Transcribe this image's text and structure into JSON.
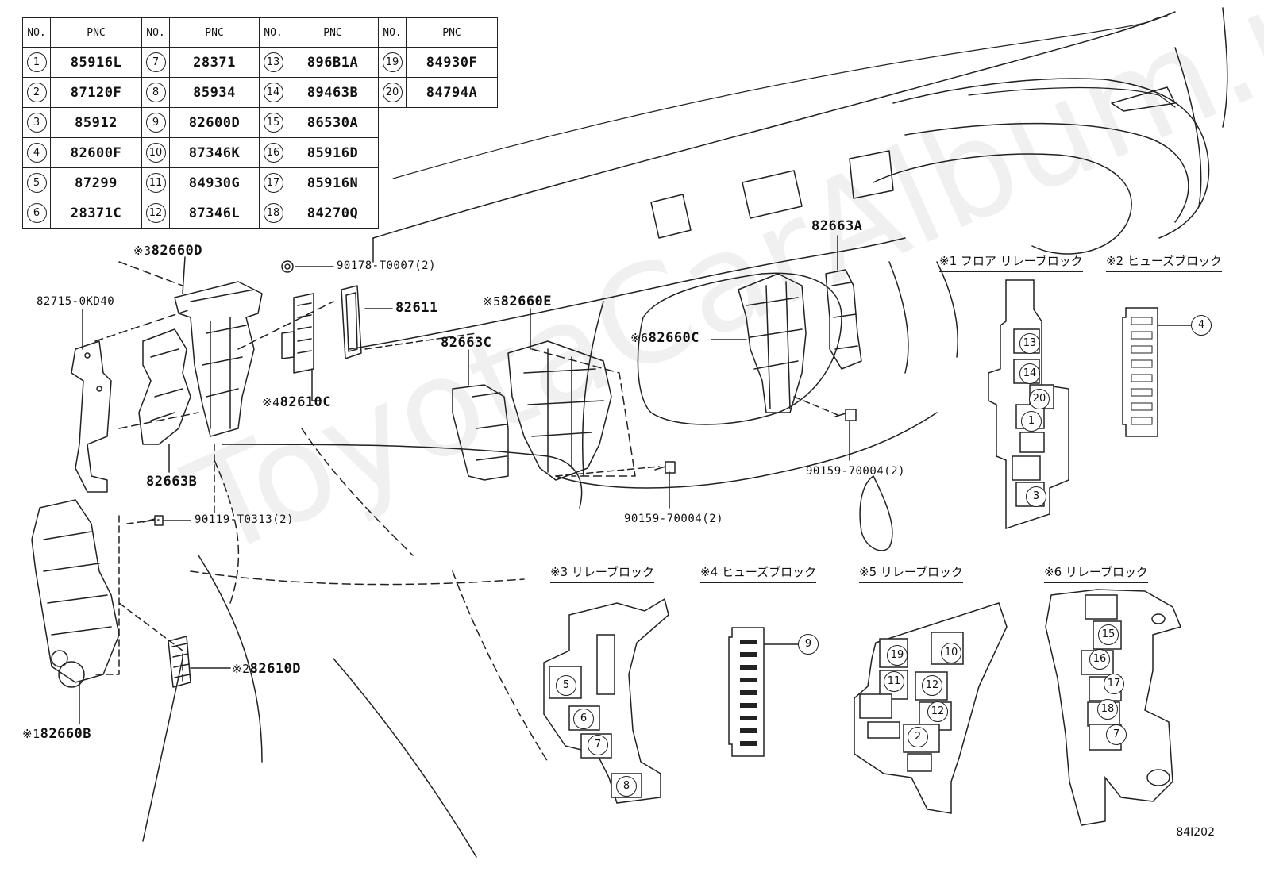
{
  "table": {
    "headers": {
      "no": "NO.",
      "pnc": "PNC"
    },
    "columns": [
      [
        {
          "no": "1",
          "pnc": "85916L"
        },
        {
          "no": "2",
          "pnc": "87120F"
        },
        {
          "no": "3",
          "pnc": "85912"
        },
        {
          "no": "4",
          "pnc": "82600F"
        },
        {
          "no": "5",
          "pnc": "87299"
        },
        {
          "no": "6",
          "pnc": "28371C"
        }
      ],
      [
        {
          "no": "7",
          "pnc": "28371"
        },
        {
          "no": "8",
          "pnc": "85934"
        },
        {
          "no": "9",
          "pnc": "82600D"
        },
        {
          "no": "10",
          "pnc": "87346K"
        },
        {
          "no": "11",
          "pnc": "84930G"
        },
        {
          "no": "12",
          "pnc": "87346L"
        }
      ],
      [
        {
          "no": "13",
          "pnc": "896B1A"
        },
        {
          "no": "14",
          "pnc": "89463B"
        },
        {
          "no": "15",
          "pnc": "86530A"
        },
        {
          "no": "16",
          "pnc": "85916D"
        },
        {
          "no": "17",
          "pnc": "85916N"
        },
        {
          "no": "18",
          "pnc": "84270Q"
        }
      ],
      [
        {
          "no": "19",
          "pnc": "84930F"
        },
        {
          "no": "20",
          "pnc": "84794A"
        }
      ]
    ]
  },
  "callouts": {
    "c82660D": {
      "mark": "※3",
      "code": "82660D"
    },
    "c90178": "90178-T0007(2)",
    "c82715": "82715-0KD40",
    "c82611": "82611",
    "c82660E": {
      "mark": "※5",
      "code": "82660E"
    },
    "c82663A": "82663A",
    "c82663C": "82663C",
    "c82660C": {
      "mark": "※6",
      "code": "82660C"
    },
    "c82610C": {
      "mark": "※4",
      "code": "82610C"
    },
    "c82663B": "82663B",
    "c90159a": "90159-70004(2)",
    "c90159b": "90159-70004(2)",
    "c90119": "90119-T0313(2)",
    "c82610D": {
      "mark": "※2",
      "code": "82610D"
    },
    "c82660B": {
      "mark": "※1",
      "code": "82660B"
    }
  },
  "insets": {
    "t1": "※1 フロア リレーブロック",
    "t2": "※2 ヒューズブロック",
    "t3": "※3 リレーブロック",
    "t4": "※4 ヒューズブロック",
    "t5": "※5 リレーブロック",
    "t6": "※6 リレーブロック"
  },
  "inset_numbers": {
    "i1": [
      "13",
      "14",
      "20",
      "1",
      "3"
    ],
    "i2": [
      "4"
    ],
    "i3": [
      "5",
      "6",
      "7",
      "8"
    ],
    "i4": [
      "9"
    ],
    "i5": [
      "19",
      "10",
      "11",
      "12",
      "12",
      "2"
    ],
    "i6": [
      "15",
      "16",
      "17",
      "18",
      "7"
    ]
  },
  "illustration_code": "84I202",
  "watermark": "ToyotaCarAlbum.ru",
  "colors": {
    "line": "#222222",
    "background": "#ffffff"
  }
}
